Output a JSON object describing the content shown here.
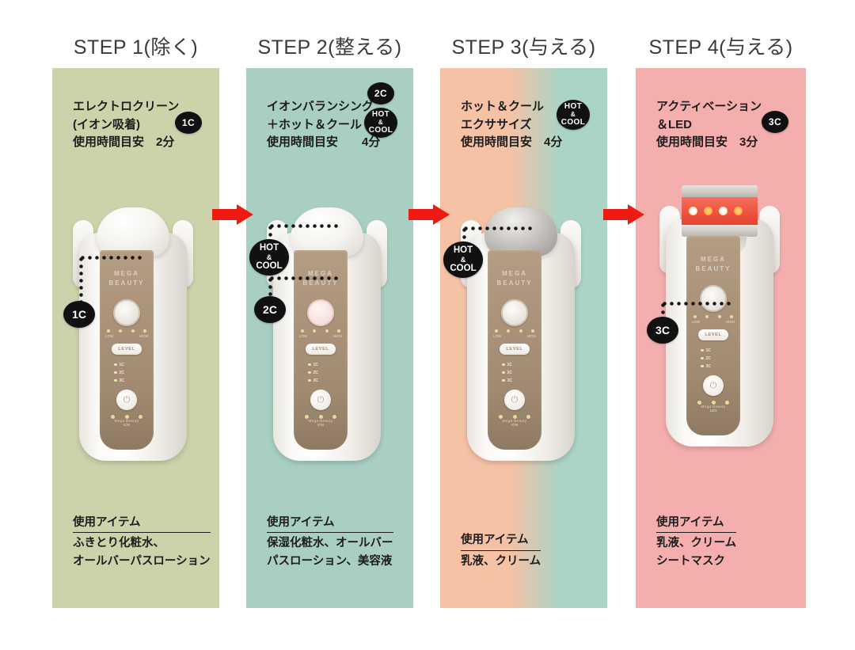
{
  "steps": [
    {
      "title": "STEP 1(除く)",
      "heading_lines": [
        "エレクトロクリーン",
        "(イオン吸着)",
        "使用時間目安　2分"
      ],
      "badges_header": [
        {
          "type": "code",
          "label": "1C"
        }
      ],
      "callouts": [
        {
          "type": "code",
          "label": "1C"
        }
      ],
      "items": {
        "header": "使用アイテム",
        "lines": [
          "ふきとり化粧水、",
          "オールバーパスローション"
        ]
      },
      "bg_color": "#ccd3ab",
      "device": {
        "brand_line1": "MEGA",
        "brand_line2": "BEAUTY",
        "level_label": "LEVEL",
        "level_low": "LOW",
        "level_high": "HIGH",
        "modes": [
          "1C",
          "2C",
          "3C"
        ],
        "bottom_label": "ION",
        "maker": "Mega Beauty"
      }
    },
    {
      "title": "STEP 2(整える)",
      "heading_lines": [
        "イオンバランシング",
        "＋ホット＆クール",
        "使用時間目安　　4分"
      ],
      "badges_header": [
        {
          "type": "code",
          "label": "2C"
        },
        {
          "type": "hotcool",
          "label": "HOT & COOL",
          "l1": "HOT",
          "l2": "&",
          "l3": "COOL"
        }
      ],
      "callouts": [
        {
          "type": "hotcool",
          "l1": "HOT",
          "l2": "&",
          "l3": "COOL"
        },
        {
          "type": "code",
          "label": "2C"
        }
      ],
      "items": {
        "header": "使用アイテム",
        "lines": [
          "保湿化粧水、オールバー",
          "パスローション、美容液"
        ]
      },
      "bg_color": "#a9cfc3",
      "device": {
        "brand_line1": "MEGA",
        "brand_line2": "BEAUTY",
        "level_label": "LEVEL",
        "level_low": "LOW",
        "level_high": "HIGH",
        "modes": [
          "1C",
          "2C",
          "3C"
        ],
        "bottom_label": "ION",
        "maker": "Mega Beauty"
      }
    },
    {
      "title": "STEP 3(与える)",
      "heading_lines": [
        "ホット＆クール",
        "エクササイズ",
        "使用時間目安　4分"
      ],
      "badges_header": [
        {
          "type": "hotcool",
          "label": "HOT & COOL",
          "l1": "HOT",
          "l2": "&",
          "l3": "COOL"
        }
      ],
      "callouts": [
        {
          "type": "hotcool",
          "l1": "HOT",
          "l2": "&",
          "l3": "COOL"
        }
      ],
      "items": {
        "header": "使用アイテム",
        "lines": [
          "乳液、クリーム"
        ]
      },
      "bg_color": "#f5c2a6",
      "device": {
        "brand_line1": "MEGA",
        "brand_line2": "BEAUTY",
        "level_label": "LEVEL",
        "level_low": "LOW",
        "level_high": "HIGH",
        "modes": [
          "1C",
          "2C",
          "3C"
        ],
        "bottom_label": "ION",
        "maker": "Mega Beauty"
      }
    },
    {
      "title": "STEP 4(与える)",
      "heading_lines": [
        "アクティベーション",
        "＆LED",
        "使用時間目安　3分"
      ],
      "badges_header": [
        {
          "type": "code",
          "label": "3C"
        }
      ],
      "callouts": [
        {
          "type": "code",
          "label": "3C"
        }
      ],
      "items": {
        "header": "使用アイテム",
        "lines": [
          "乳液、クリーム",
          "シートマスク"
        ]
      },
      "bg_color": "#f5aeae",
      "device": {
        "brand_line1": "MEGA",
        "brand_line2": "BEAUTY",
        "level_label": "LEVEL",
        "level_low": "LOW",
        "level_high": "HIGH",
        "modes": [
          "1C",
          "2C",
          "3C"
        ],
        "bottom_label": "LED",
        "maker": "Mega Beauty"
      }
    }
  ],
  "arrow_color": "#ef1b13",
  "badge_color": "#111111"
}
